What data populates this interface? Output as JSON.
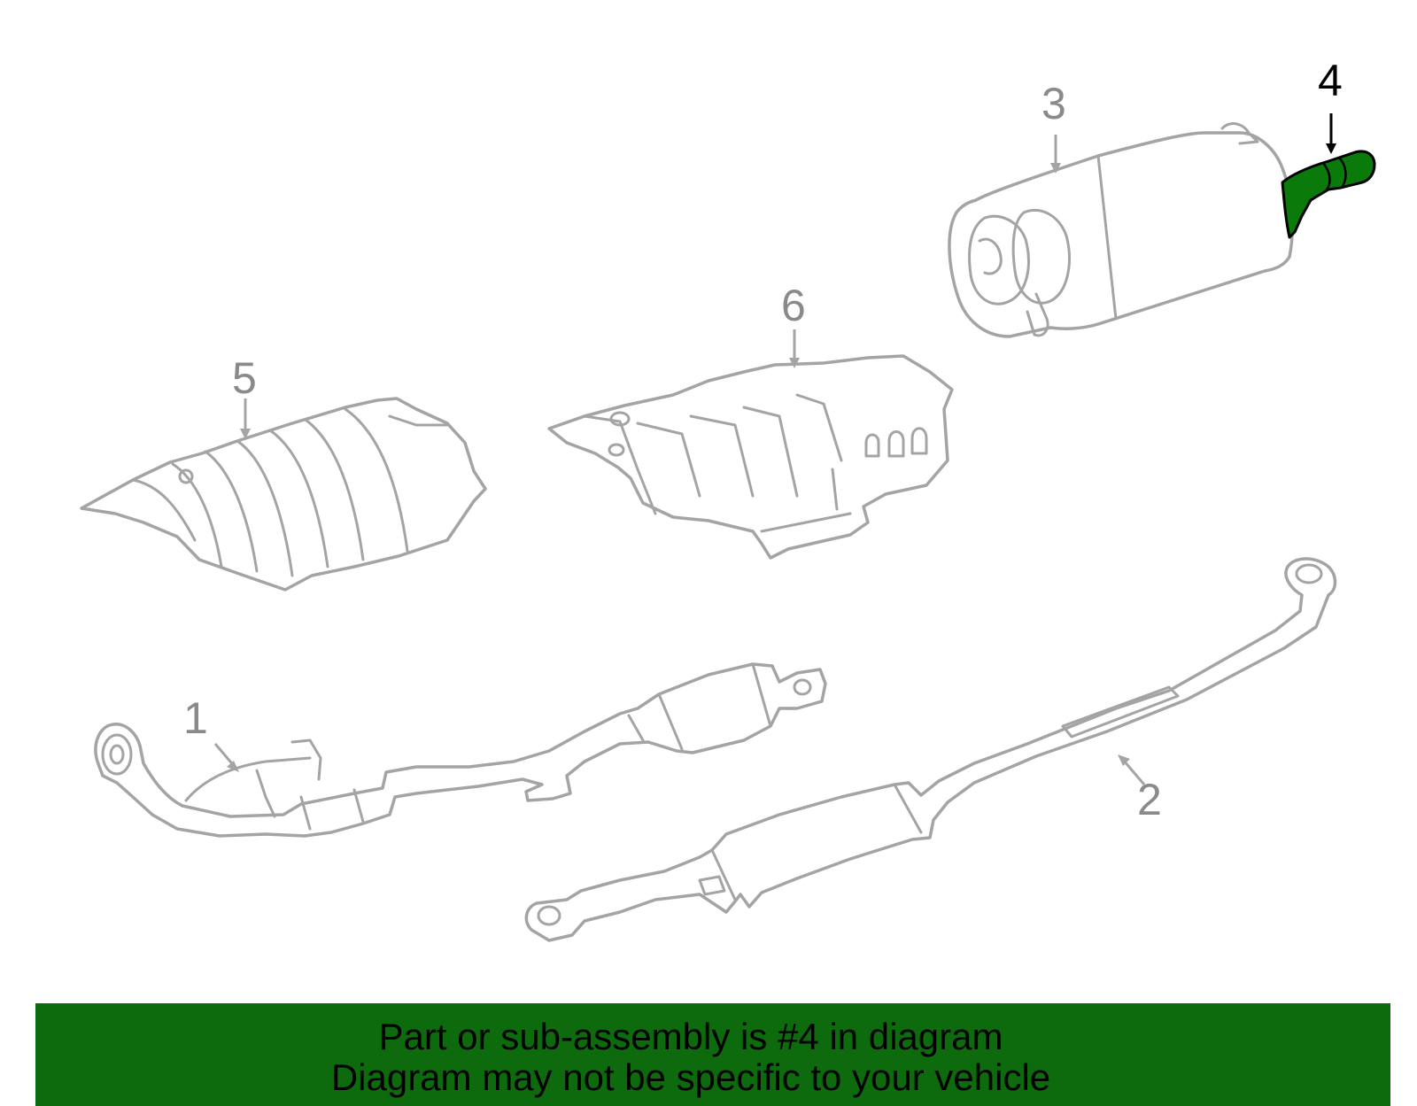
{
  "callouts": [
    {
      "id": "1",
      "label": "1"
    },
    {
      "id": "2",
      "label": "2"
    },
    {
      "id": "3",
      "label": "3"
    },
    {
      "id": "4",
      "label": "4"
    },
    {
      "id": "5",
      "label": "5"
    },
    {
      "id": "6",
      "label": "6"
    }
  ],
  "highlighted_part": "4",
  "colors": {
    "highlight_fill": "#0a7a0a",
    "outline": "#a4a4a4",
    "callout_text": "#8a8a8a",
    "highlight_callout_text": "#000000",
    "banner": "#0d6b0d"
  },
  "banner": {
    "line1": "Part or sub-assembly is #4 in diagram",
    "line2": "Diagram may not be specific to your vehicle"
  }
}
